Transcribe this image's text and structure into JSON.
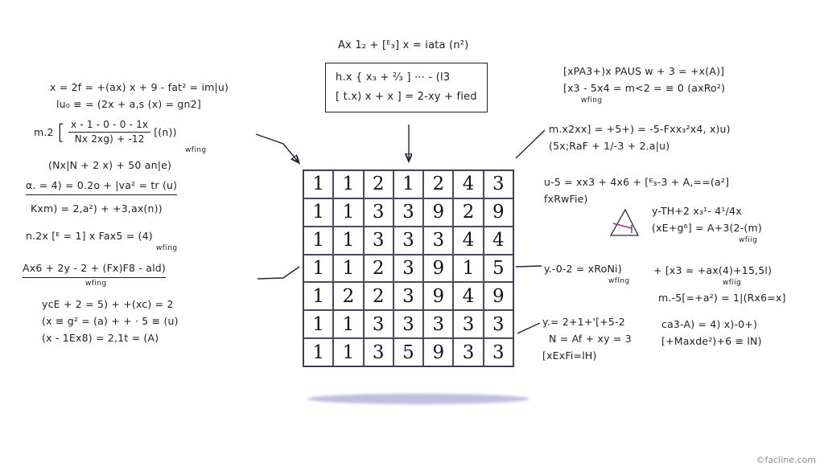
{
  "watermark": "©facline.com",
  "colors": {
    "ink": "#1c1c2e",
    "shadow": "#b4b4dc",
    "accent_pink": "#b03090"
  },
  "grid": {
    "rows": [
      [
        "1",
        "1",
        "2",
        "1",
        "2",
        "4",
        "3"
      ],
      [
        "1",
        "1",
        "3",
        "3",
        "9",
        "2",
        "9"
      ],
      [
        "1",
        "1",
        "3",
        "3",
        "3",
        "4",
        "4"
      ],
      [
        "1",
        "1",
        "2",
        "3",
        "9",
        "1",
        "5"
      ],
      [
        "1",
        "2",
        "2",
        "3",
        "9",
        "4",
        "9"
      ],
      [
        "1",
        "1",
        "3",
        "3",
        "3",
        "3",
        "3"
      ],
      [
        "1",
        "1",
        "3",
        "5",
        "9",
        "3",
        "3"
      ]
    ]
  },
  "top": {
    "header": "Ax 1₂  +  [ᴱ₃] x  =  iata (n²)",
    "box_line1": "h.x { x₃ + ²⁄₃ ]   ⋯  - (l3",
    "box_line2": "[ t.x) x  +  x ]  =  2-xy  + fied"
  },
  "left": {
    "g1_line1": "x = 2f = +(ax)   x + 9 - fat² = im|u)",
    "g1_line2": "lu₀ ≡ = (2x + a,s (x) = gn2]",
    "g2_pre": "m.2",
    "g2_num": "x - 1 - 0 - 0 - 1x",
    "g2_den": "Nx 2xg) + -12",
    "g2_post": "[(n))",
    "g2_sub": "wfing",
    "g2_line2": "(Nx|N + 2 x) + 50 an|e)",
    "g3_line1": "α. = 4) = 0.2o + |va² = tr (u)",
    "g3_line2": "Kxm) = 2,a²) + +3,ax(n))",
    "g4_line1": "n.2x [ᴱ = 1] x Fax5 = (4)",
    "g4_sub": "wfing",
    "g5_line1": "Ax6 + 2y - 2 + (Fx)F8 - ald)",
    "g5_sub": "wfing",
    "g6_line1": "ycE + 2 = 5) + +(xc) = 2",
    "g6_line2": "(x ≡ g² = (a) + + · 5 ≡ (u)",
    "g6_line3": "(x - 1Ex8) = 2,1t = (A)"
  },
  "right": {
    "g1_line1": "[xPA3+)x PAUS  w + 3 = +x(A)]",
    "g1_line2": "[x3 - 5x4 = m<2 = ≡ 0 (axRo²)",
    "g1_sub": "wfing",
    "g2_line1": "m.x2xx] = +5+) = -5-Fxx₃²x4, x)u)",
    "g2_line2": "(5x;RaF  +  1/-3  +  2.a|u)",
    "g3_line1": "u-5 = xx3 + 4x6 + [ᴱ₃-3 + A,==(a²]",
    "g3_line2": "fxRwFie)",
    "g4_line1": "y-TH+2 x₃¹- 4¹/4x",
    "g4_line2": "(xE+g⁶] = A+3(2-(m)",
    "g4_sub": "wfiig",
    "g5_line1": "y.-0-2 = xRoNi)",
    "g5_sub1": "wflng",
    "g5_line2": "+  [x3 = +ax(4)+15,5l)",
    "g5_sub2": "wfiig",
    "g6_line1": "m.-5[=+a²) = 1|(Rx6=x]",
    "g7_line1": "y.= 2+1+'[+5-2",
    "g7_line2": "N = Af + xy = 3",
    "g7_line3": "[xExFi=lH)",
    "g8_line1": "ca3-A) = 4) x)-0+)",
    "g8_line2": "[+Maxde²)+6 ≡ lN)"
  }
}
